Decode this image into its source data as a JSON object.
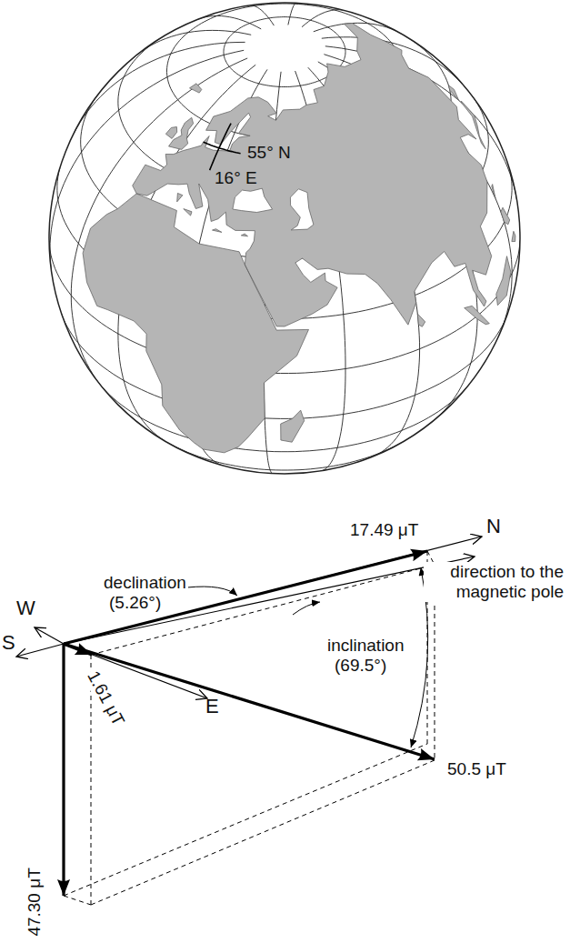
{
  "diagram": {
    "labels": [
      "55° N",
      "16° E",
      "declination",
      "(5.26°)",
      "17.49 μT",
      "N",
      "W",
      "direction to the magnetic pole",
      "S",
      "inclination",
      "(69.5°)",
      "1.61 μT",
      "E",
      "47.30 μT",
      "50.5 μT"
    ]
  }
}
